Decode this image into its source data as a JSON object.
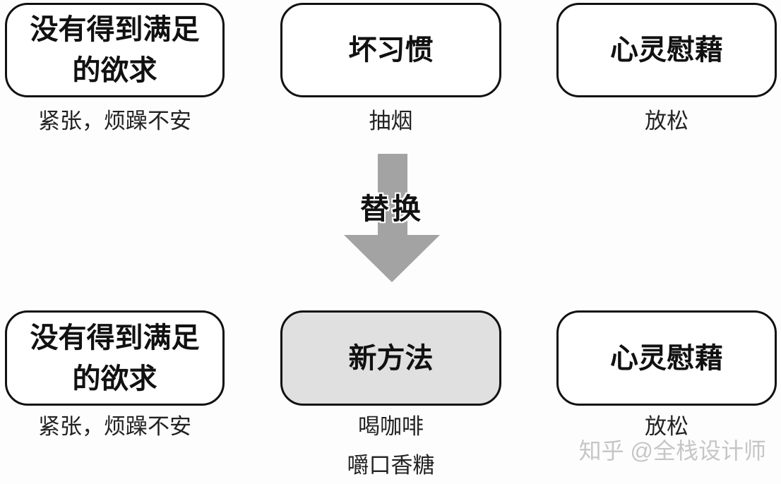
{
  "diagram": {
    "top_row": [
      {
        "line1": "没有得到满足",
        "line2": "的欲求",
        "caption": "紧张，烦躁不安"
      },
      {
        "line1": "坏习惯",
        "line2": "",
        "caption": "抽烟"
      },
      {
        "line1": "心灵慰藉",
        "line2": "",
        "caption": "放松"
      }
    ],
    "arrow": {
      "label": "替换"
    },
    "bottom_row": [
      {
        "line1": "没有得到满足",
        "line2": "的欲求",
        "caption": "紧张，烦躁不安"
      },
      {
        "line1": "新方法",
        "line2": "",
        "caption": "喝咖啡",
        "caption2": "嚼口香糖"
      },
      {
        "line1": "心灵慰藉",
        "line2": "",
        "caption": "放松"
      }
    ],
    "watermark": "知乎 @全栈设计师"
  },
  "colors": {
    "background": "#fdfdfd",
    "box_border": "#111111",
    "box_fill": "#ffffff",
    "highlight_fill": "#e0e0e0",
    "arrow": "#a3a3a3",
    "text": "#111111",
    "caption_text": "#222222",
    "watermark_text": "#c6c6c6"
  }
}
